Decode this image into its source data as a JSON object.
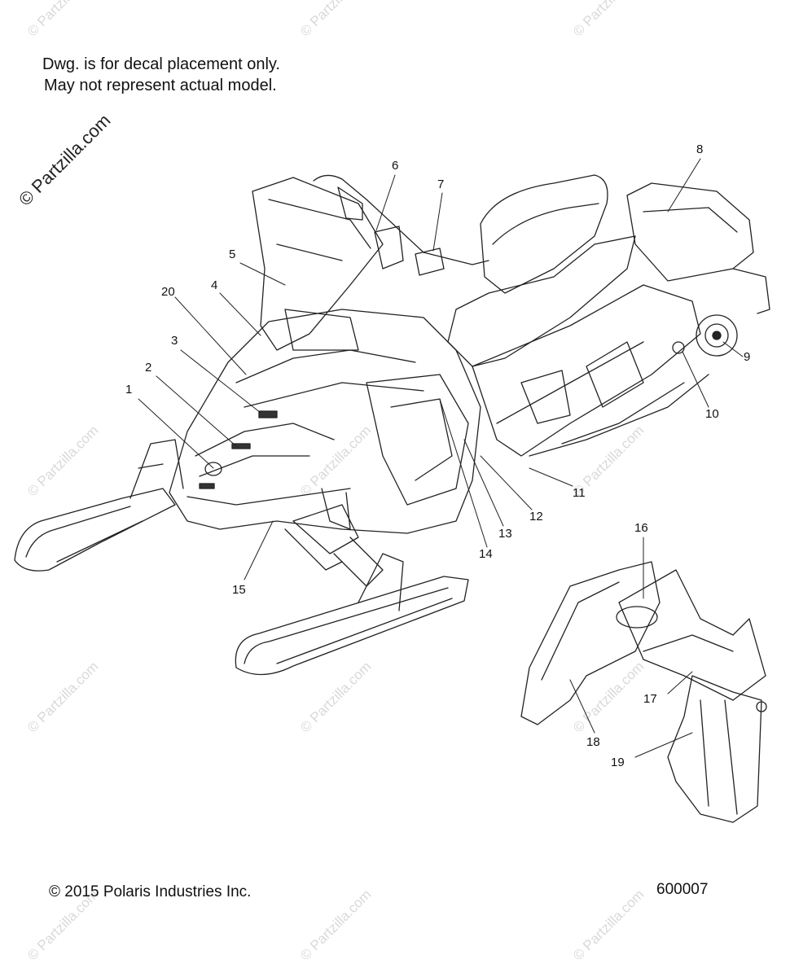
{
  "note": {
    "line1": "Dwg. is for decal placement only.",
    "line2": "May not represent actual model."
  },
  "watermark": "© Partzilla.com",
  "callouts": [
    "1",
    "2",
    "3",
    "4",
    "5",
    "6",
    "7",
    "8",
    "9",
    "10",
    "11",
    "12",
    "13",
    "14",
    "15",
    "16",
    "17",
    "18",
    "19",
    "20"
  ],
  "footer": {
    "copyright": "© 2015 Polaris Industries Inc.",
    "drawing_number": "600007"
  }
}
